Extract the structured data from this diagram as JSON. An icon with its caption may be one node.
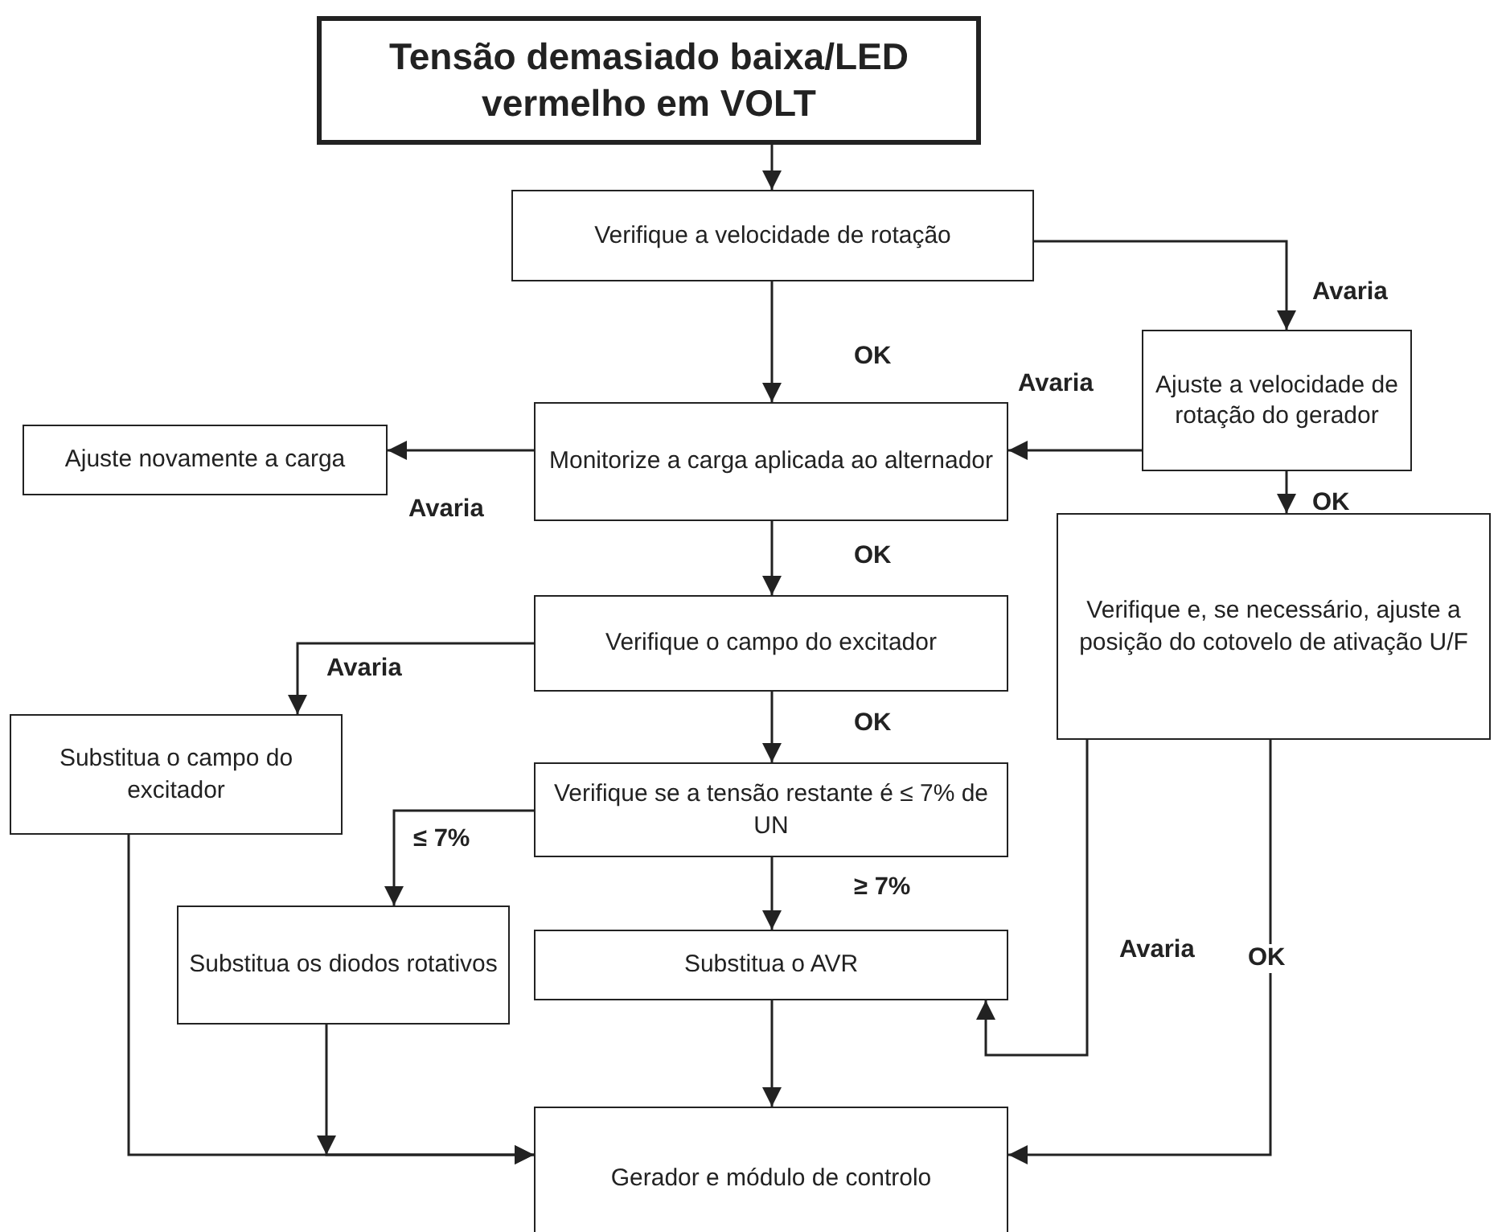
{
  "diagram": {
    "nodes": [
      {
        "text": [
          "Tensão demasiado baixa/LED vermelho em VOLT"
        ]
      },
      {
        "text": [
          "Verifique a velocidade de rotação"
        ]
      },
      {
        "text": [
          "Ajuste a velocidade de rotação do gerador"
        ]
      },
      {
        "text": [
          "Ajuste novamente a carga"
        ]
      },
      {
        "text": [
          "Monitorize a carga aplicada ao alternador"
        ]
      },
      {
        "text": [
          "Verifique e, se necessário, ajuste a posição do cotovelo de ativação U/F"
        ]
      },
      {
        "text": [
          "Verifique o campo do excitador"
        ]
      },
      {
        "text": [
          "Substitua o campo do excitador"
        ]
      },
      {
        "text": [
          "Verifique se a tensão restante é ≤ 7% de UN"
        ]
      },
      {
        "text": [
          "Substitua os diodos rotativos"
        ]
      },
      {
        "text": [
          "Substitua o AVR"
        ]
      },
      {
        "text": [
          "Gerador e módulo de controlo"
        ]
      }
    ],
    "edges": [
      {
        "from": 0,
        "to": 1,
        "arrow": "to"
      },
      {
        "from": 1,
        "to": 2,
        "arrow": "to",
        "label": "Avaria"
      },
      {
        "from": 1,
        "to": 4,
        "arrow": "to",
        "label": "OK"
      },
      {
        "from": 2,
        "to": 4,
        "arrow": "to",
        "label": "Avaria"
      },
      {
        "from": 4,
        "to": 3,
        "arrow": "to",
        "label": "Avaria"
      },
      {
        "from": 2,
        "to": 5,
        "arrow": "to",
        "label": "OK"
      },
      {
        "from": 4,
        "to": 6,
        "arrow": "to",
        "label": "OK"
      },
      {
        "from": 6,
        "to": 7,
        "arrow": "to",
        "label": "Avaria"
      },
      {
        "from": 6,
        "to": 8,
        "arrow": "to",
        "label": "OK"
      },
      {
        "from": 8,
        "to": 9,
        "arrow": "to",
        "label": "≤ 7%"
      },
      {
        "from": 8,
        "to": 10,
        "arrow": "to",
        "label": "≥ 7%"
      },
      {
        "from": 5,
        "to": 10,
        "arrow": "to",
        "label": "Avaria"
      },
      {
        "from": 5,
        "to": 11,
        "arrow": "to",
        "label": "OK"
      },
      {
        "from": 10,
        "to": 11,
        "arrow": "to"
      },
      {
        "from": 7,
        "to": 11,
        "arrow": "to"
      },
      {
        "from": 9,
        "to": 11,
        "arrow": "to"
      }
    ]
  }
}
